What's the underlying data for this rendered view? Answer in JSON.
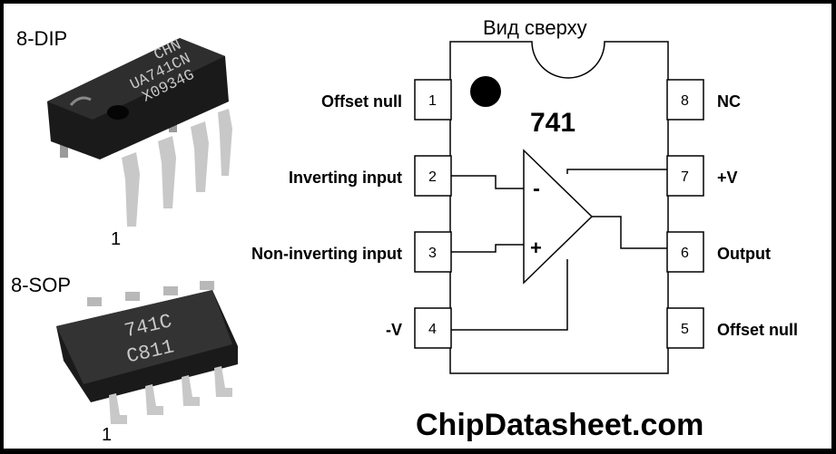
{
  "header": {
    "view_label": "Вид сверху"
  },
  "packages": {
    "dip": {
      "label": "8-DIP",
      "pin1": "1",
      "marking": [
        "CHN",
        "UA741CN",
        "X0934G"
      ]
    },
    "sop": {
      "label": "8-SOP",
      "pin1": "1",
      "marking": [
        "741C",
        "C811"
      ]
    }
  },
  "chip": {
    "name": "741"
  },
  "pins": [
    {
      "number": "1",
      "label": "Offset null"
    },
    {
      "number": "2",
      "label": "Inverting input"
    },
    {
      "number": "3",
      "label": "Non-inverting input"
    },
    {
      "number": "4",
      "label": "-V"
    },
    {
      "number": "5",
      "label": "Offset null"
    },
    {
      "number": "6",
      "label": "Output"
    },
    {
      "number": "7",
      "label": "+V"
    },
    {
      "number": "8",
      "label": "NC"
    }
  ],
  "opamp": {
    "minus": "-",
    "plus": "+"
  },
  "footer": {
    "site": "ChipDatasheet.com"
  },
  "colors": {
    "chip_body": "#1a1a1a",
    "chip_lead": "#b8b8b8",
    "marking": "#c8c8c8"
  }
}
